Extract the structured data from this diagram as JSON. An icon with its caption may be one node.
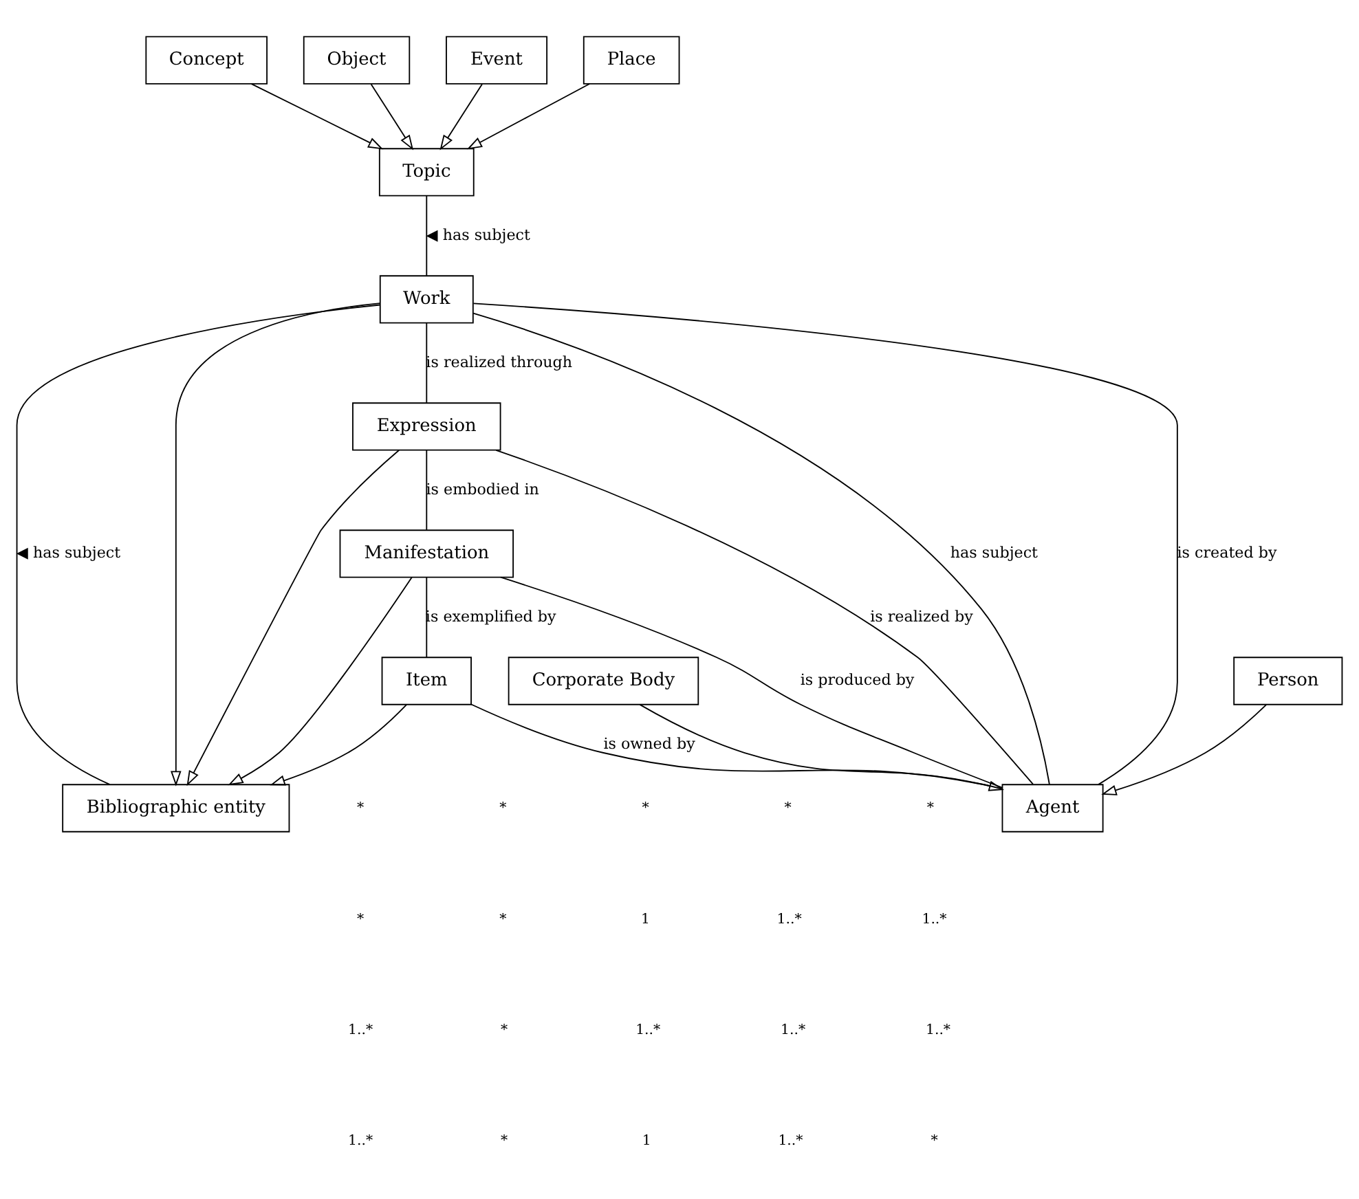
{
  "diagram": {
    "nodes": [
      {
        "text": [
          "Topic"
        ]
      },
      {
        "text": [
          "Concept"
        ]
      },
      {
        "text": [
          "Object"
        ]
      },
      {
        "text": [
          "Event"
        ]
      },
      {
        "text": [
          "Place"
        ]
      },
      {
        "text": [
          "Bibliographic entity"
        ]
      },
      {
        "text": [
          "Work"
        ]
      },
      {
        "text": [
          "Expression"
        ]
      },
      {
        "text": [
          "Manifestation"
        ]
      },
      {
        "text": [
          "Item"
        ]
      },
      {
        "text": [
          "Agent"
        ]
      },
      {
        "text": [
          "Person"
        ]
      },
      {
        "text": [
          "Corporate Body"
        ]
      }
    ],
    "edges": [
      {
        "from": 1,
        "to": 0,
        "arrow": "to"
      },
      {
        "from": 2,
        "to": 0,
        "arrow": "to"
      },
      {
        "from": 3,
        "to": 0,
        "arrow": "to"
      },
      {
        "from": 4,
        "to": 0,
        "arrow": "to"
      },
      {
        "from": 0,
        "to": 6,
        "arrow": "none",
        "label": "◀ has subject"
      },
      {
        "from": 5,
        "to": 6,
        "arrow": "none",
        "label": "◀ has subject"
      },
      {
        "from": 6,
        "to": 10,
        "arrow": "none",
        "label": "has subject"
      },
      {
        "from": 6,
        "to": 5,
        "arrow": "to"
      },
      {
        "from": 7,
        "to": 5,
        "arrow": "to"
      },
      {
        "from": 8,
        "to": 5,
        "arrow": "to"
      },
      {
        "from": 9,
        "to": 5,
        "arrow": "to"
      },
      {
        "from": 6,
        "to": 10,
        "arrow": "none",
        "label": "is created by"
      },
      {
        "from": 6,
        "to": 7,
        "arrow": "none",
        "label": "is realized through"
      },
      {
        "from": 7,
        "to": 10,
        "arrow": "none",
        "label": "is realized by"
      },
      {
        "from": 7,
        "to": 8,
        "arrow": "none",
        "label": "is embodied in"
      },
      {
        "from": 8,
        "to": 10,
        "arrow": "none",
        "label": "is produced by"
      },
      {
        "from": 8,
        "to": 9,
        "arrow": "none",
        "label": "is exemplified by"
      },
      {
        "from": 9,
        "to": 10,
        "arrow": "none",
        "label": "is owned by"
      },
      {
        "from": 11,
        "to": 10,
        "arrow": "to"
      },
      {
        "from": 12,
        "to": 10,
        "arrow": "to"
      }
    ],
    "labels": [
      "*",
      "*",
      "*",
      "*",
      "*",
      "*",
      "*",
      "1",
      "1..*",
      "1..*",
      "1..*",
      "*",
      "1..*",
      "1..*",
      "1..*",
      "1..*",
      "*",
      "1",
      "1..*",
      "*"
    ]
  }
}
